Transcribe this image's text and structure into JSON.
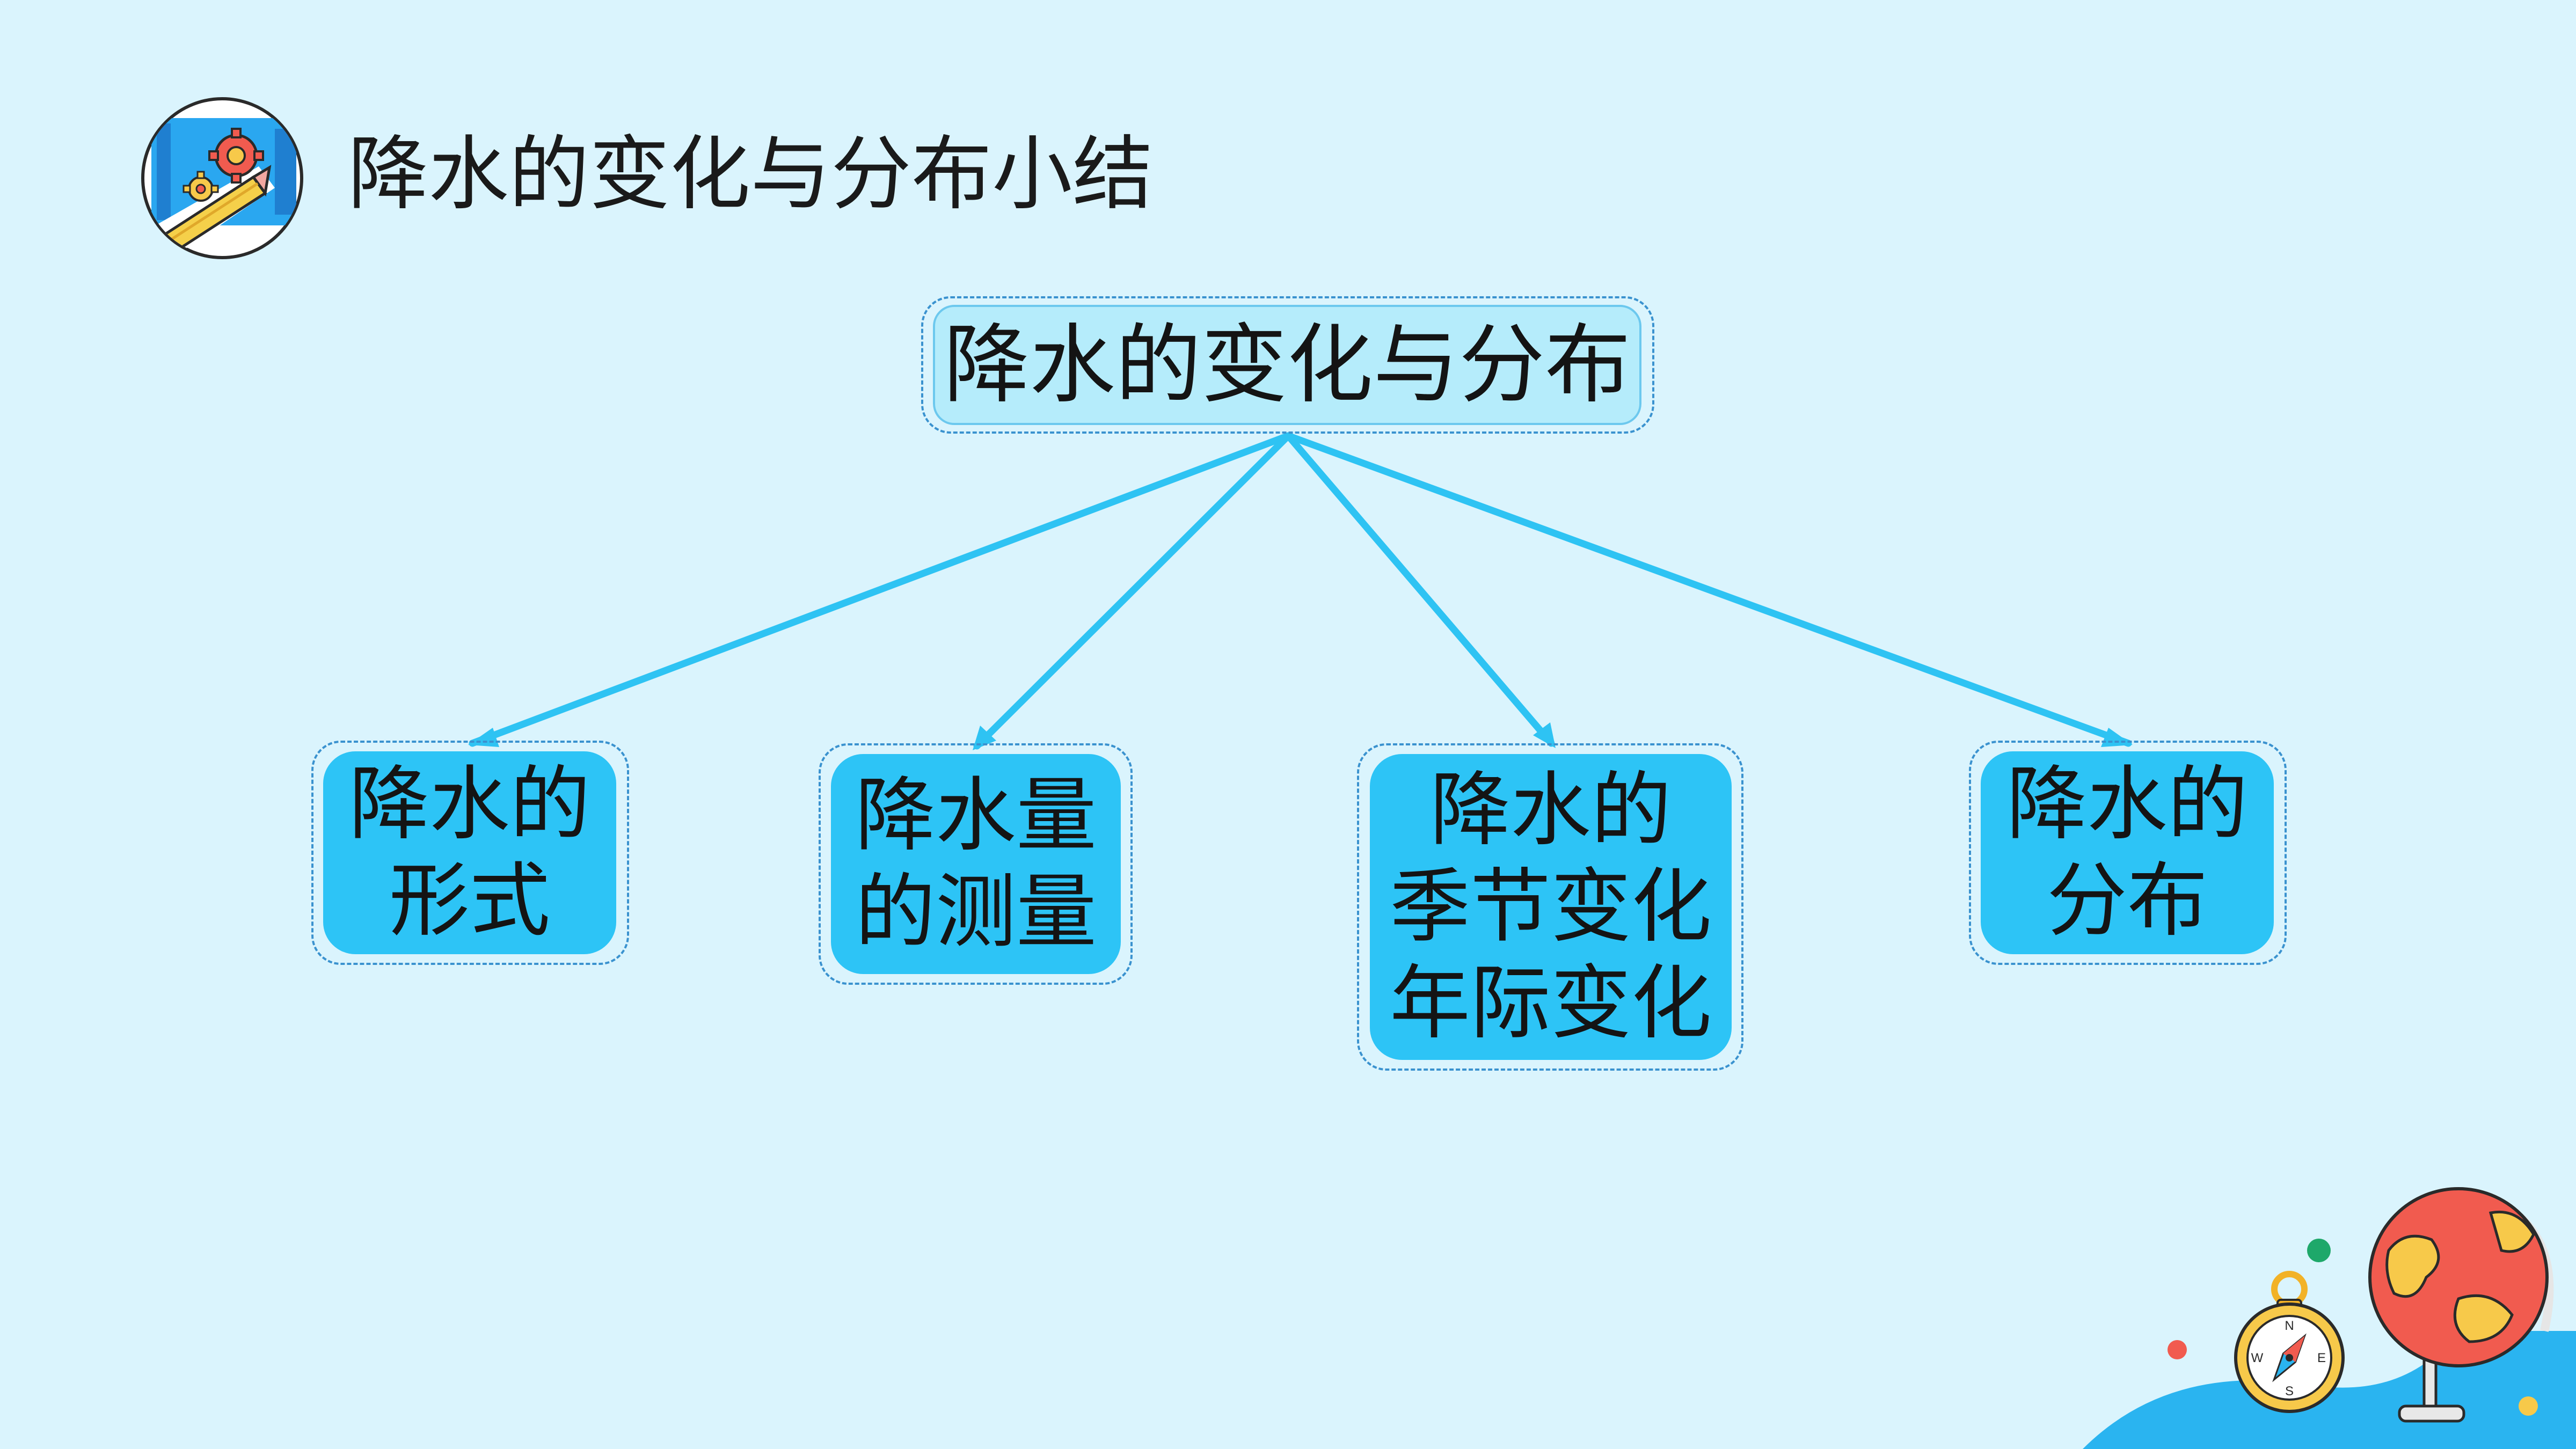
{
  "title": "降水的变化与分布小结",
  "diagram": {
    "root": "降水的变化与分布",
    "children": [
      {
        "lines": [
          "降水的",
          "形式"
        ]
      },
      {
        "lines": [
          "降水量",
          "的测量"
        ]
      },
      {
        "lines": [
          "降水的",
          "季节变化",
          "年际变化"
        ]
      },
      {
        "lines": [
          "降水的",
          "分布"
        ]
      }
    ]
  },
  "compass": {
    "north": "N",
    "east": "E",
    "south": "S",
    "west": "W"
  },
  "colors": {
    "background": "#daf4fd",
    "node_fill": "#2dc4f6",
    "root_fill": "#b5ecfb",
    "arrow": "#2ec3f3",
    "frame_dash": "#3a92cf"
  },
  "icons": [
    "gear-pencil-icon",
    "compass-icon",
    "globe-icon"
  ]
}
